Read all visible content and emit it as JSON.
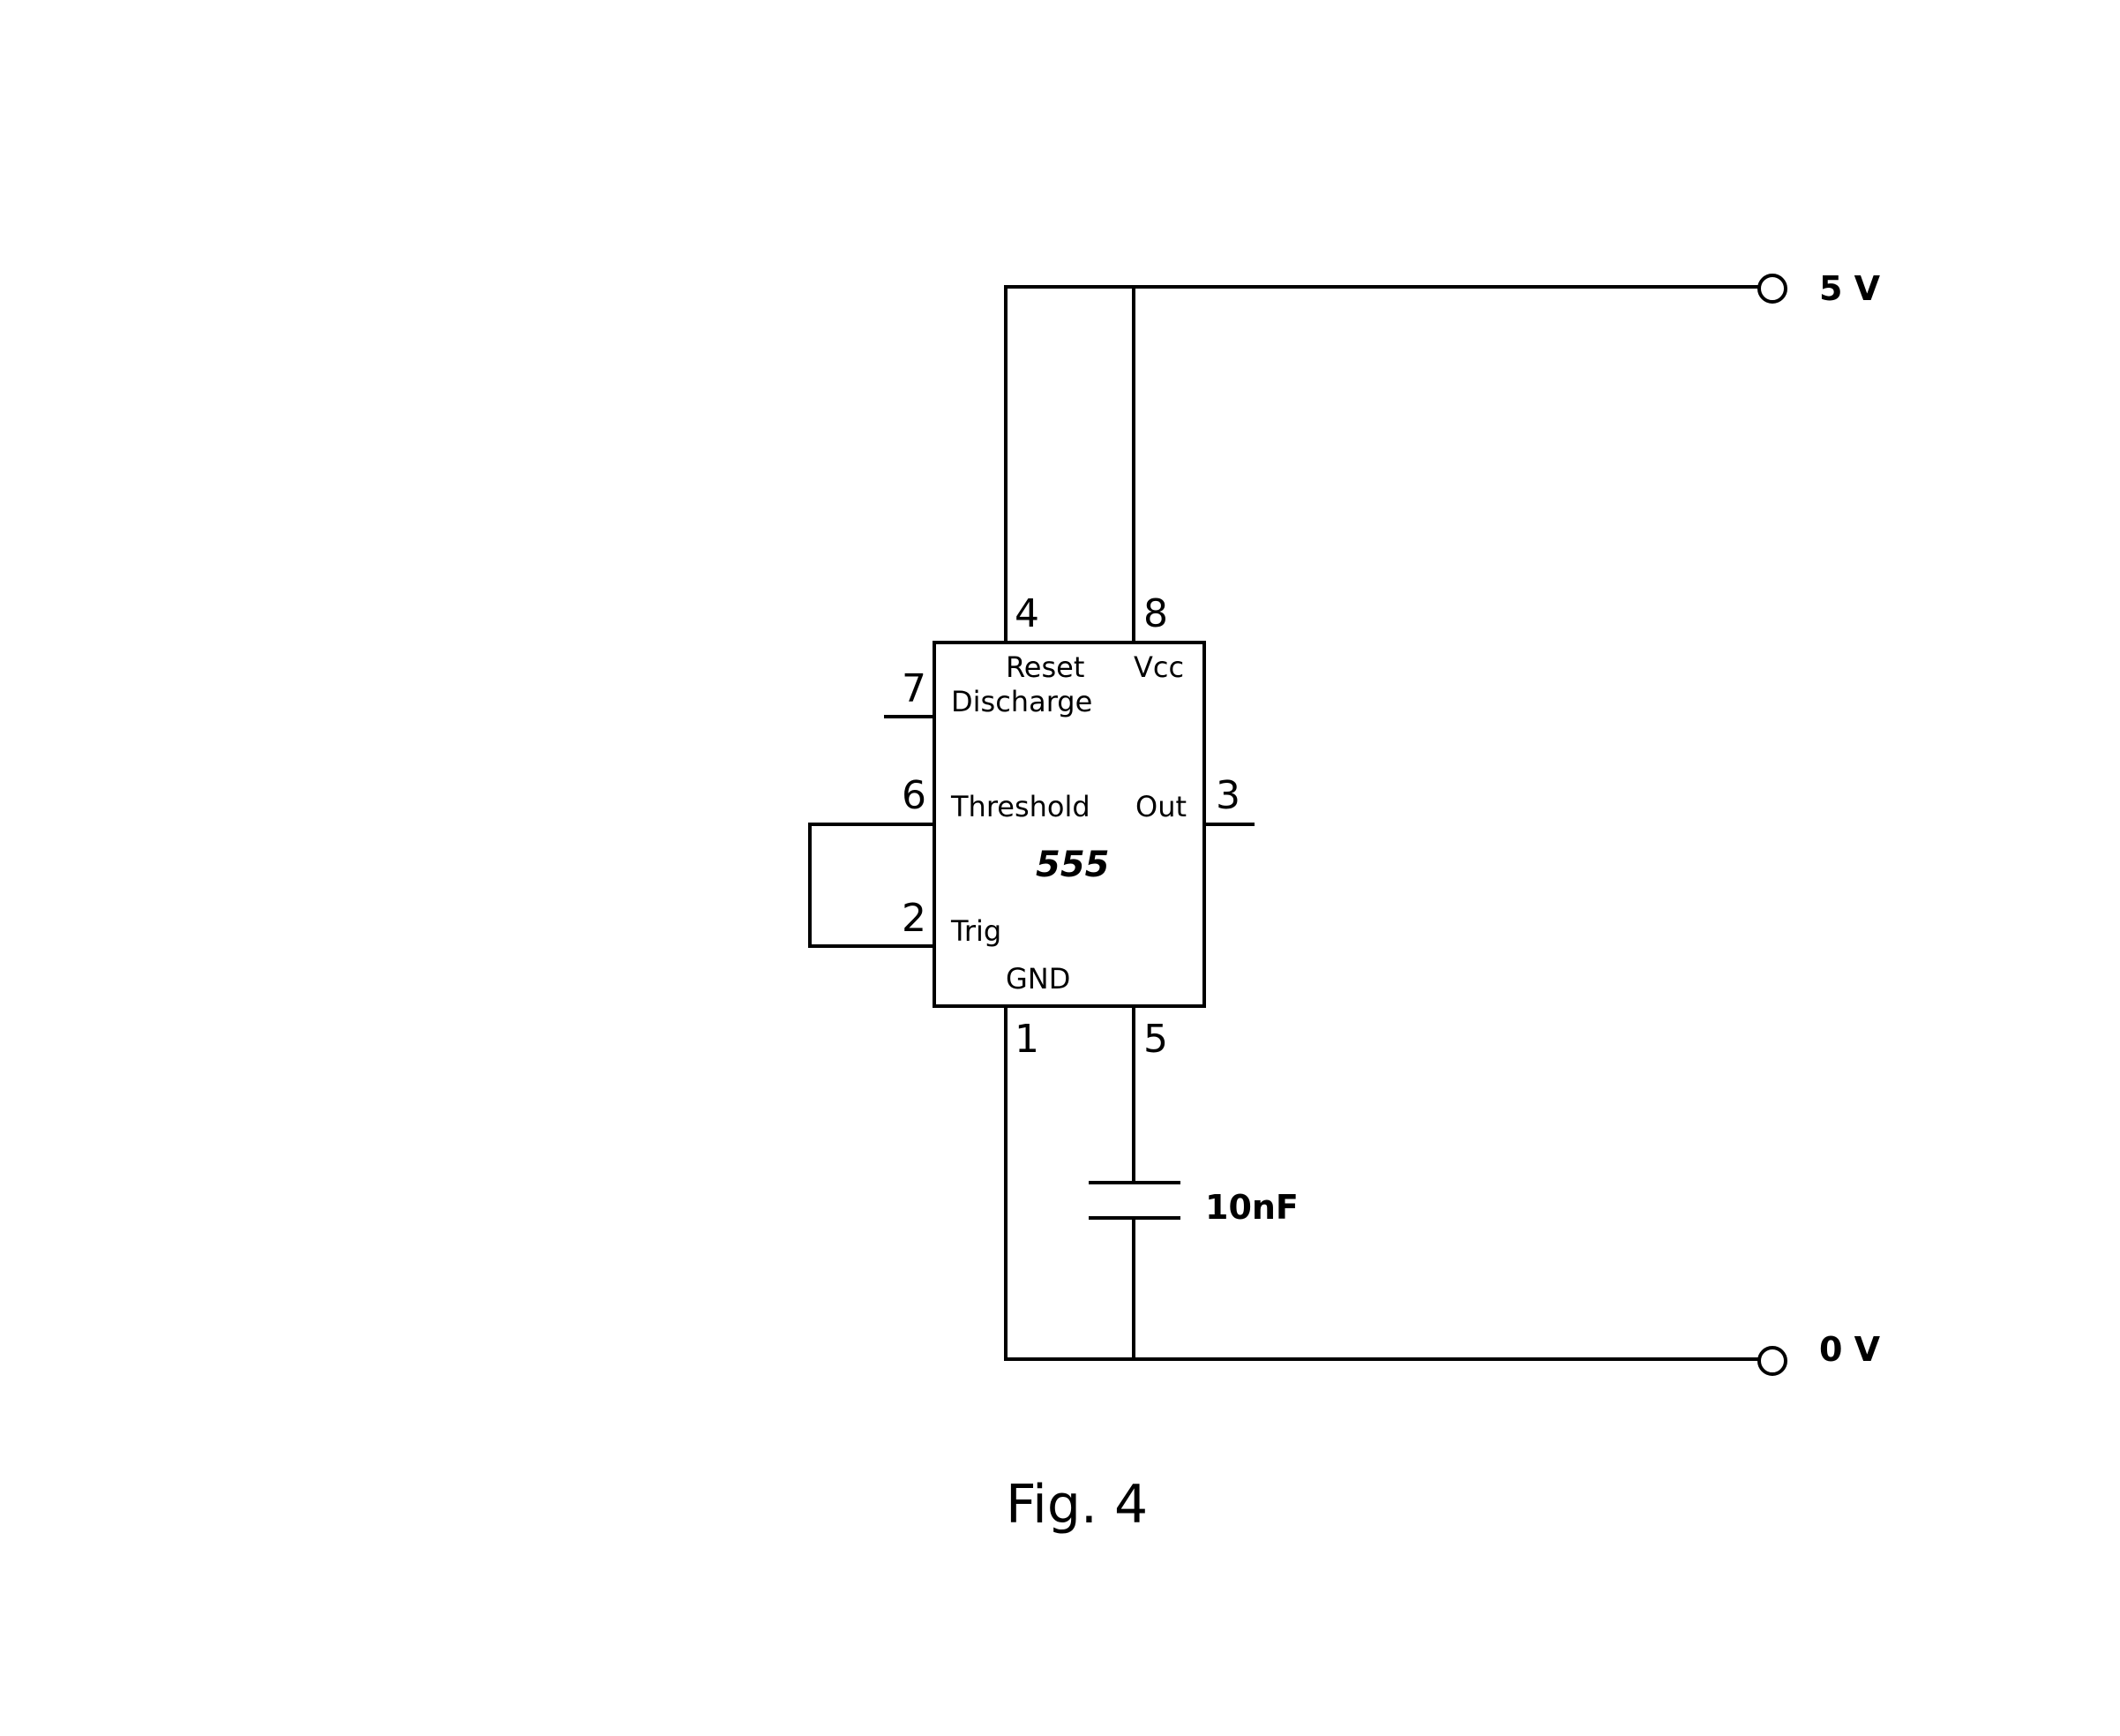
{
  "rails": {
    "top_label": "5 V",
    "bottom_label": "0 V"
  },
  "chip": {
    "name": "555",
    "pins": {
      "reset": {
        "number": "4",
        "function": "Reset"
      },
      "vcc": {
        "number": "8",
        "function": "Vcc"
      },
      "discharge": {
        "number": "7",
        "function": "Discharge"
      },
      "threshold": {
        "number": "6",
        "function": "Threshold"
      },
      "out": {
        "number": "3",
        "function": "Out"
      },
      "trig": {
        "number": "2",
        "function": "Trig"
      },
      "gnd": {
        "number": "1",
        "function": "GND"
      },
      "control": {
        "number": "5"
      }
    }
  },
  "capacitor": {
    "value": "10nF"
  },
  "caption": "Fig. 4"
}
